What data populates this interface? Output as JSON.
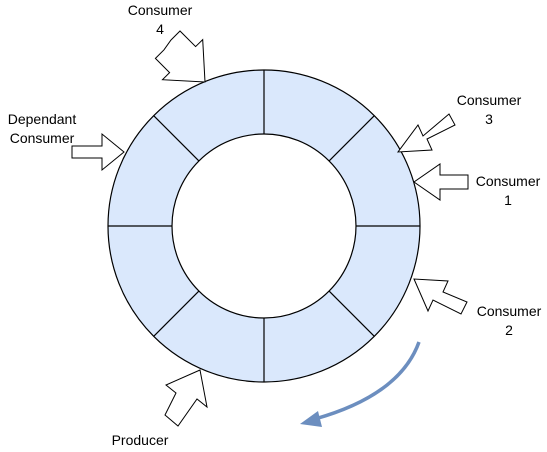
{
  "colors": {
    "ring_fill": "#dae8fc",
    "stroke": "#000000",
    "rotation_arrow": "#6c8ebf",
    "background": "#ffffff"
  },
  "ring": {
    "segment_count": 8
  },
  "labels": {
    "consumer_4": {
      "line1": "Consumer",
      "line2": "4"
    },
    "dependant_consumer": {
      "line1": "Dependant",
      "line2": "Consumer"
    },
    "consumer_3": {
      "line1": "Consumer",
      "line2": "3"
    },
    "consumer_1": {
      "line1": "Consumer",
      "line2": "1"
    },
    "consumer_2": {
      "line1": "Consumer",
      "line2": "2"
    },
    "producer": {
      "line1": "Producer"
    }
  }
}
